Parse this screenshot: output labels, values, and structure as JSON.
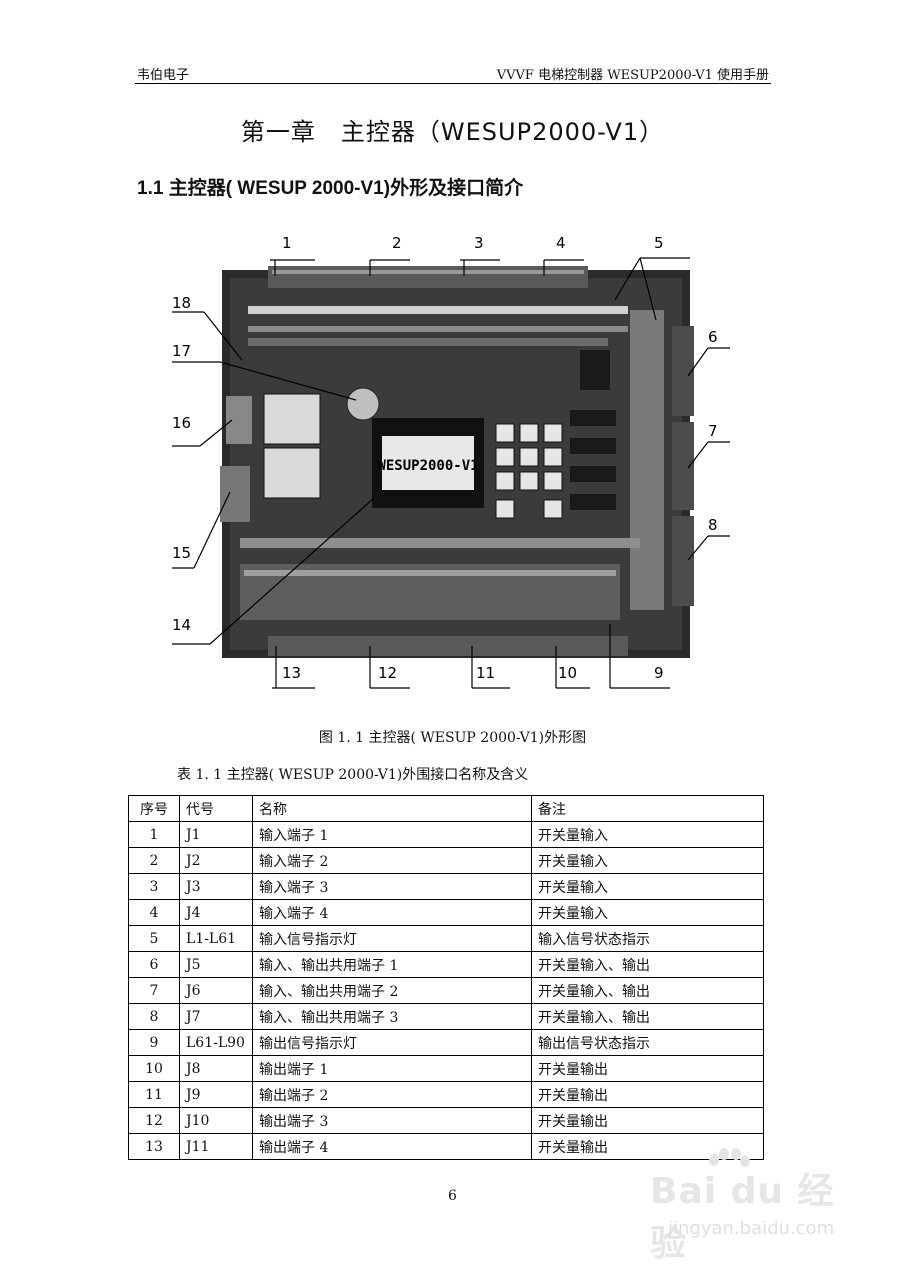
{
  "header": {
    "left": "韦伯电子",
    "right": "VVVF 电梯控制器 WESUP2000-V1 使用手册"
  },
  "chapter_title": "第一章　主控器（WESUP2000-V1）",
  "section_title": "1.1 主控器( WESUP 2000-V1)外形及接口简介",
  "figure": {
    "lcd_text": "WESUP2000-V1",
    "callouts": [
      "1",
      "2",
      "3",
      "4",
      "5",
      "6",
      "7",
      "8",
      "9",
      "10",
      "11",
      "12",
      "13",
      "14",
      "15",
      "16",
      "17",
      "18"
    ],
    "caption": "图 1. 1 主控器( WESUP 2000-V1)外形图"
  },
  "table": {
    "caption": "表 1. 1 主控器( WESUP 2000-V1)外围接口名称及含义",
    "headers": [
      "序号",
      "代号",
      "名称",
      "备注"
    ],
    "rows": [
      [
        "1",
        "J1",
        "输入端子 1",
        "开关量输入"
      ],
      [
        "2",
        "J2",
        "输入端子 2",
        "开关量输入"
      ],
      [
        "3",
        "J3",
        "输入端子 3",
        "开关量输入"
      ],
      [
        "4",
        "J4",
        "输入端子 4",
        "开关量输入"
      ],
      [
        "5",
        "L1-L61",
        "输入信号指示灯",
        "输入信号状态指示"
      ],
      [
        "6",
        "J5",
        "输入、输出共用端子 1",
        "开关量输入、输出"
      ],
      [
        "7",
        "J6",
        "输入、输出共用端子 2",
        "开关量输入、输出"
      ],
      [
        "8",
        "J7",
        "输入、输出共用端子 3",
        "开关量输入、输出"
      ],
      [
        "9",
        "L61-L90",
        "输出信号指示灯",
        "输出信号状态指示"
      ],
      [
        "10",
        "J8",
        "输出端子 1",
        "开关量输出"
      ],
      [
        "11",
        "J9",
        "输出端子 2",
        "开关量输出"
      ],
      [
        "12",
        "J10",
        "输出端子 3",
        "开关量输出"
      ],
      [
        "13",
        "J11",
        "输出端子 4",
        "开关量输出"
      ]
    ]
  },
  "page_number": "6",
  "watermark": {
    "logo": "Bai du 经验",
    "url": "jingyan.baidu.com"
  }
}
